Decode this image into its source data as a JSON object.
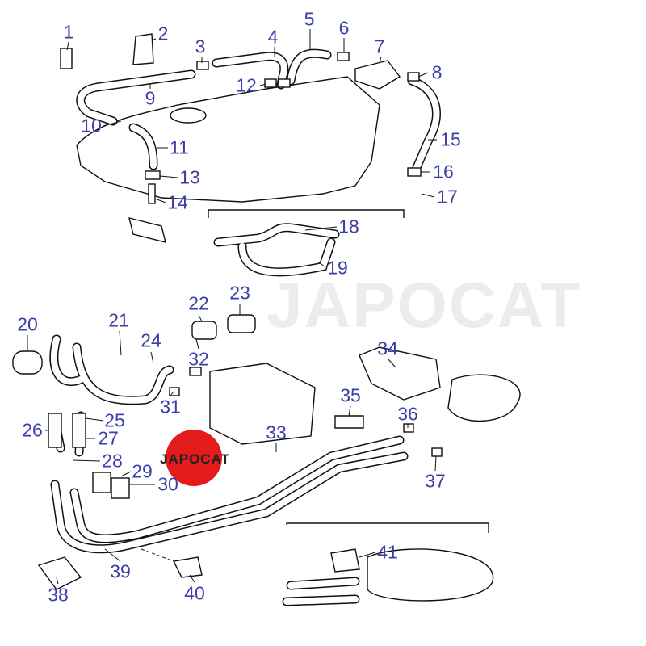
{
  "diagram": {
    "watermark": "JAPOCAT",
    "logo_text": "JAPOCAT",
    "label_color": "#3b3fa6",
    "callouts": [
      "1",
      "2",
      "3",
      "4",
      "5",
      "6",
      "7",
      "8",
      "9",
      "10",
      "11",
      "12",
      "13",
      "14",
      "15",
      "16",
      "17",
      "18",
      "19",
      "20",
      "21",
      "22",
      "23",
      "24",
      "25",
      "26",
      "27",
      "28",
      "29",
      "30",
      "31",
      "32",
      "33",
      "34",
      "35",
      "36",
      "37",
      "38",
      "39",
      "40",
      "41"
    ]
  }
}
